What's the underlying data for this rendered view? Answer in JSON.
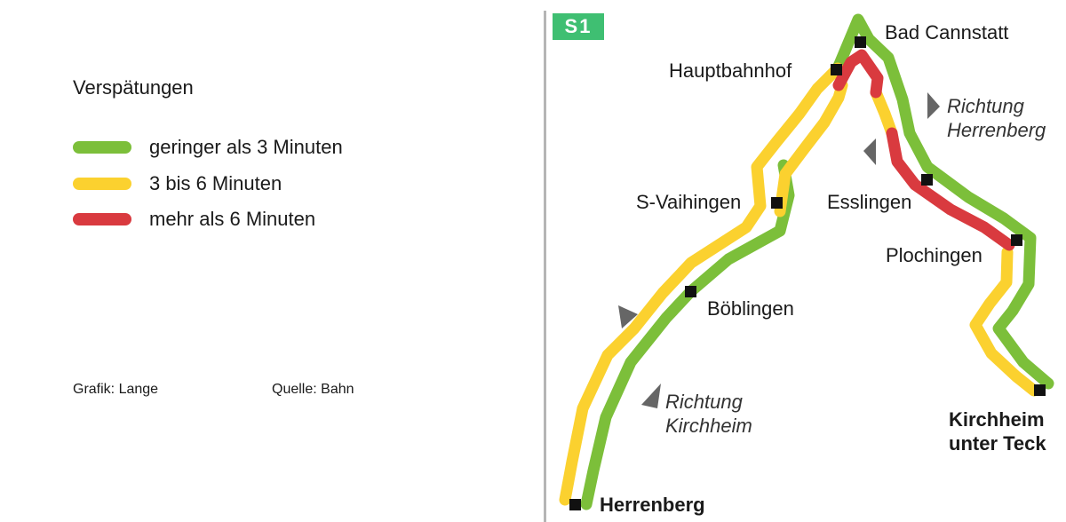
{
  "legend": {
    "title": "Verspätungen",
    "items": [
      {
        "label": "geringer als 3 Minuten",
        "color": "#7cbf3a"
      },
      {
        "label": "3 bis 6 Minuten",
        "color": "#fbd12f"
      },
      {
        "label": "mehr als 6 Minuten",
        "color": "#d93a3f"
      }
    ]
  },
  "credits": {
    "graphic": "Grafik: Lange",
    "source": "Quelle: Bahn"
  },
  "line_badge": {
    "label": "S1",
    "color": "#3fbf72"
  },
  "stations": {
    "bad_cannstatt": "Bad Cannstatt",
    "hauptbahnhof": "Hauptbahnhof",
    "s_vaihingen": "S-Vaihingen",
    "boeblingen": "Böblingen",
    "herrenberg": "Herrenberg",
    "esslingen": "Esslingen",
    "plochingen": "Plochingen",
    "kirchheim_1": "Kirchheim",
    "kirchheim_2": "unter Teck"
  },
  "directions": {
    "herrenberg_1": "Richtung",
    "herrenberg_2": "Herrenberg",
    "kirchheim_1": "Richtung",
    "kirchheim_2": "Kirchheim"
  }
}
